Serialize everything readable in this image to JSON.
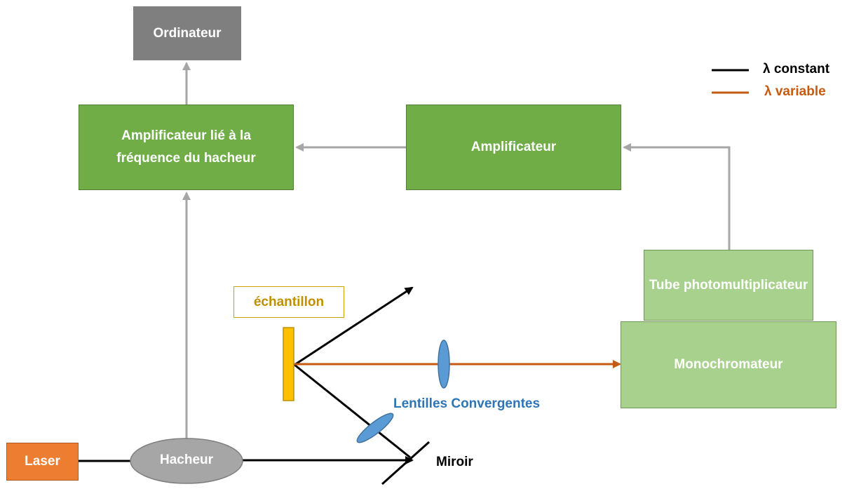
{
  "boxes": {
    "ordinateur": "Ordinateur",
    "amplificateur_hacheur": "Amplificateur lié à la fréquence du hacheur",
    "amplificateur": "Amplificateur",
    "tube": "Tube photomultiplicateur",
    "monochromateur": "Monochromateur",
    "laser": "Laser",
    "hacheur": "Hacheur",
    "echantillon": "échantillon"
  },
  "labels": {
    "miroir": "Miroir",
    "lentilles": "Lentilles Convergentes"
  },
  "legend": {
    "constant": "λ constant",
    "variable": "λ variable"
  },
  "colors": {
    "dark_green": "#70ad47",
    "light_green": "#a9d18e",
    "grey_box": "#7f7f7f",
    "laser_orange": "#ed7d31",
    "sample_yellow": "#ffc000",
    "beam_constant": "#000000",
    "beam_variable": "#c55a11",
    "signal_arrow": "#a6a6a6",
    "lens_blue": "#5b9bd5",
    "lens_label_blue": "#2e75b6"
  }
}
